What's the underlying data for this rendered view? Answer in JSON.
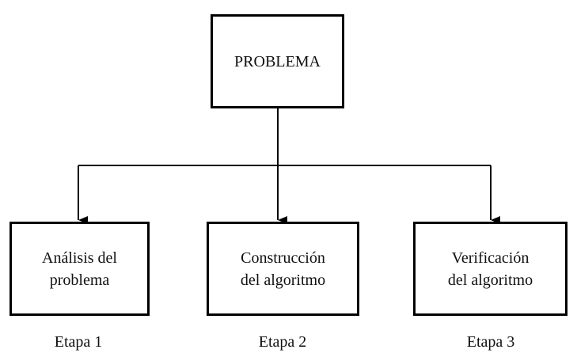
{
  "diagram": {
    "root": {
      "label": "PROBLEMA"
    },
    "steps": [
      {
        "lines": [
          "Análisis del",
          "problema"
        ],
        "stage": "Etapa 1"
      },
      {
        "lines": [
          "Construcción",
          "del algoritmo"
        ],
        "stage": "Etapa 2"
      },
      {
        "lines": [
          "Verificación",
          "del algoritmo"
        ],
        "stage": "Etapa 3"
      }
    ],
    "colors": {
      "line": "#000000",
      "background": "#ffffff"
    }
  }
}
